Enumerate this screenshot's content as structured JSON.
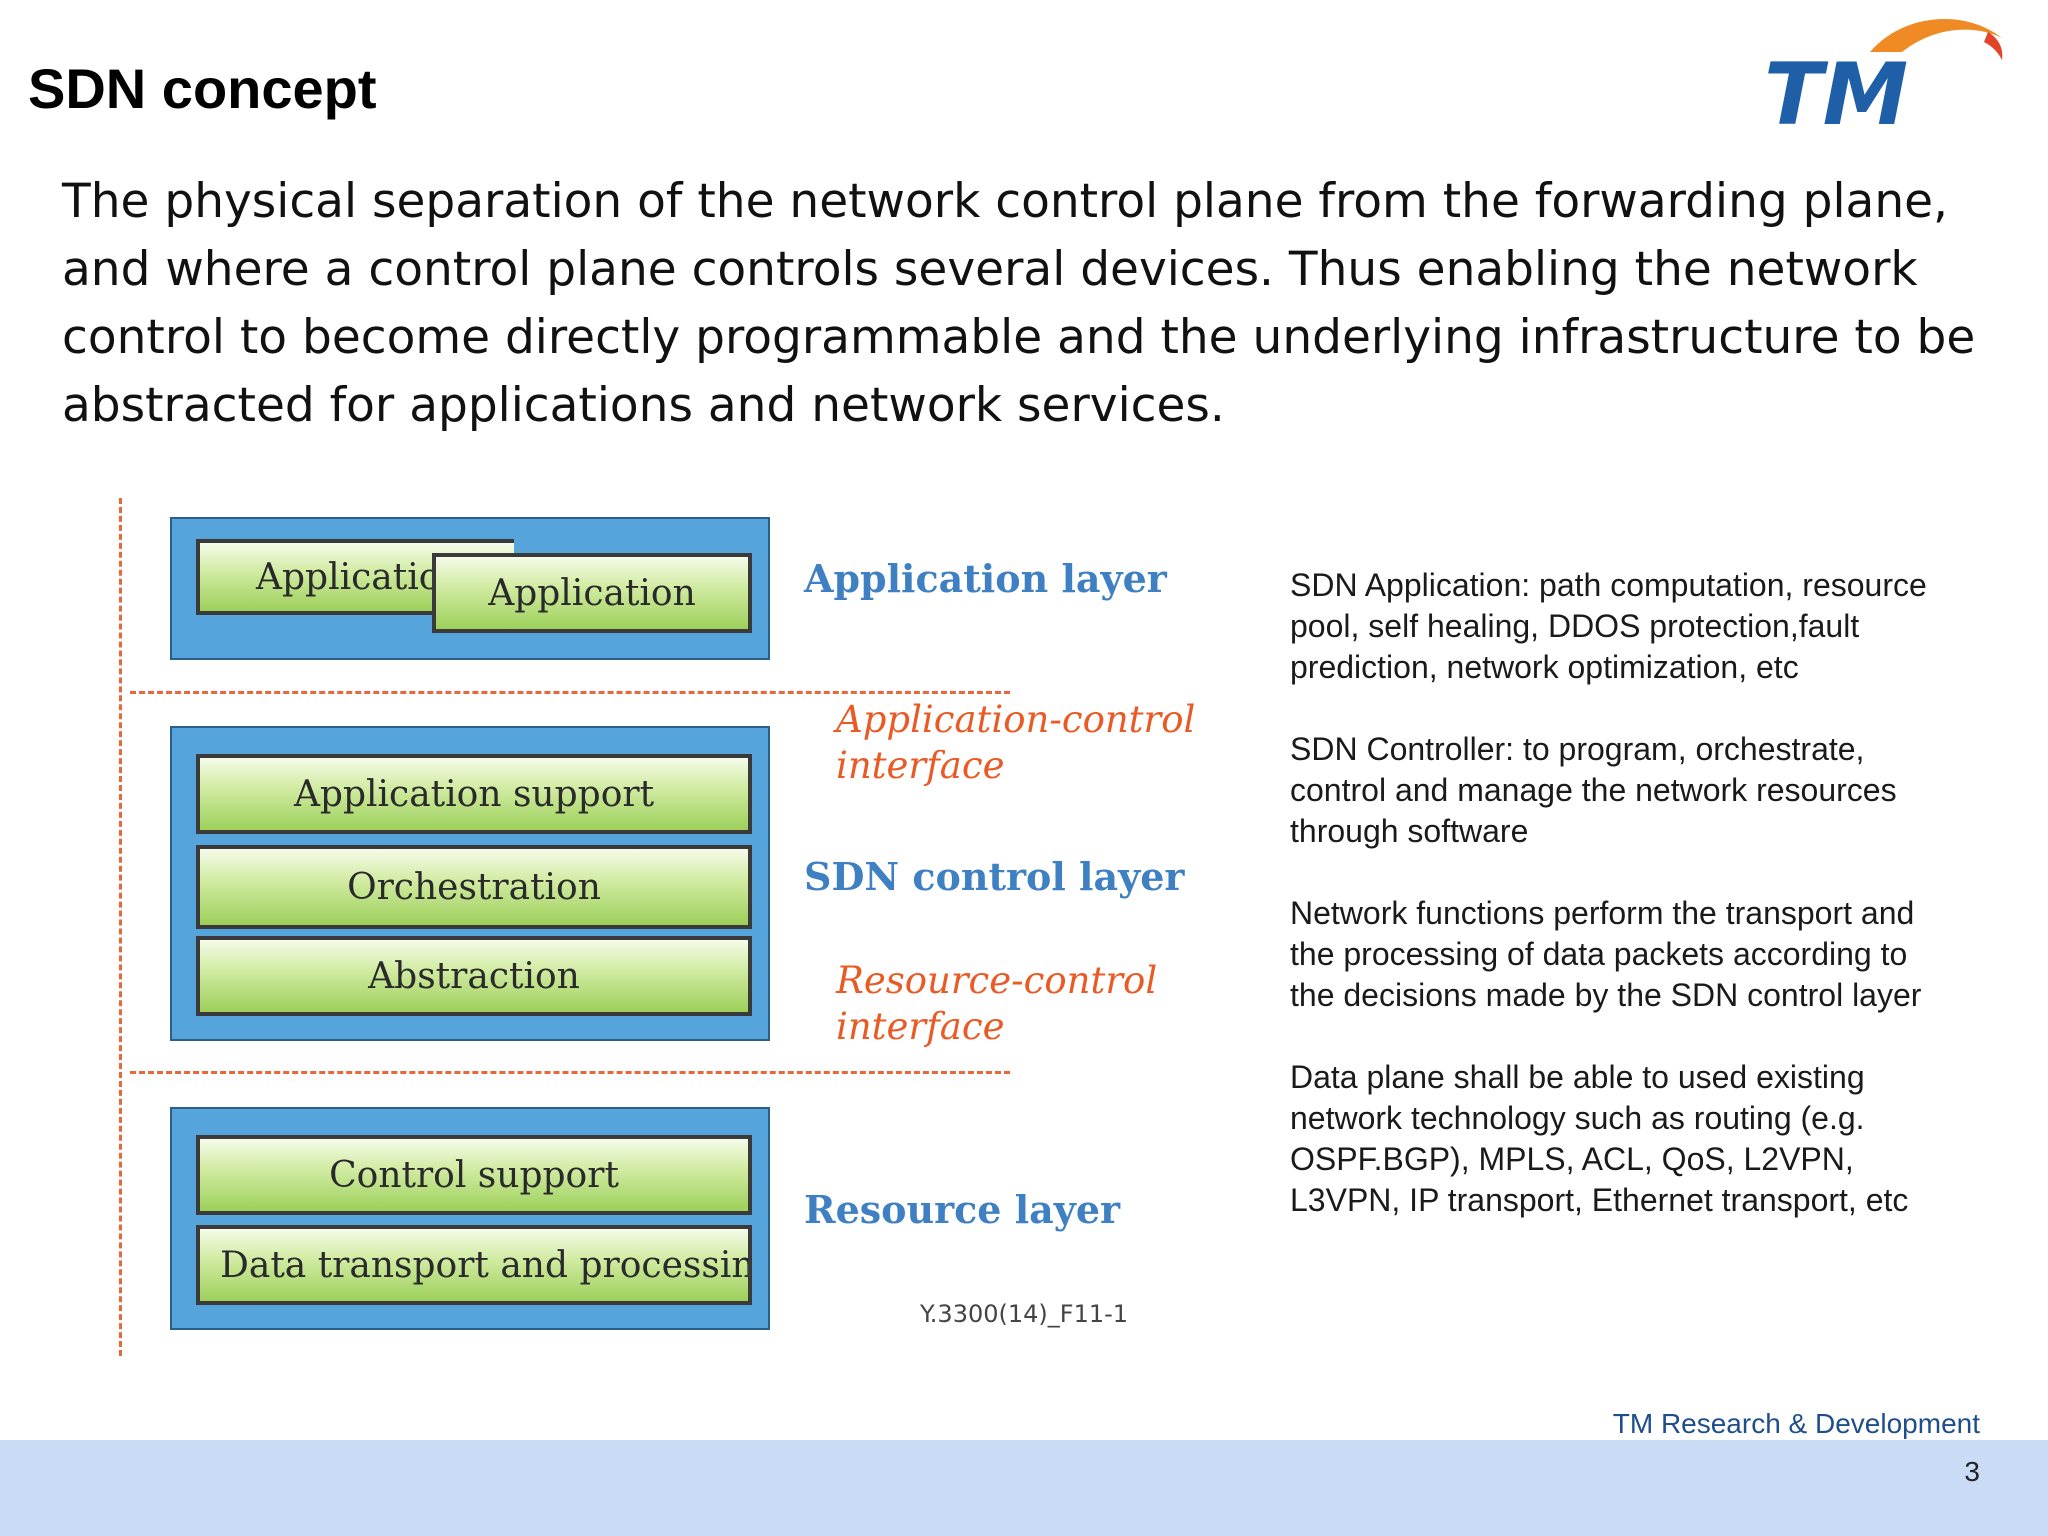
{
  "slide": {
    "title": "SDN concept",
    "intro": "The physical separation of the network control plane from the forwarding plane, and where a control plane controls several devices. Thus enabling the network control to become directly programmable and the underlying infrastructure to be abstracted for applications and network services."
  },
  "logo": {
    "text": "TM"
  },
  "diagram": {
    "application_layer": {
      "label": "Application layer",
      "blocks": [
        "Applicatio",
        "Application"
      ]
    },
    "app_control_interface": {
      "line1": "Application-control",
      "line2": "interface"
    },
    "control_layer": {
      "label": "SDN control layer",
      "blocks": [
        "Application support",
        "Orchestration",
        "Abstraction"
      ]
    },
    "resource_control_interface": {
      "line1": "Resource-control",
      "line2": "interface"
    },
    "resource_layer": {
      "label": "Resource layer",
      "blocks": [
        "Control support",
        "Data transport and processing"
      ]
    },
    "figure_code": "Y.3300(14)_F11-1"
  },
  "notes": [
    "SDN Application: path computation, resource pool, self healing, DDOS protection,fault prediction, network optimization, etc",
    "SDN Controller: to program, orchestrate, control and manage the network resources through software",
    "Network functions perform the transport and the processing of data packets according to the decisions made by the SDN control layer",
    "Data plane shall be able to used existing network technology such as routing (e.g. OSPF.BGP), MPLS, ACL, QoS, L2VPN, L3VPN, IP transport, Ethernet transport, etc"
  ],
  "footer": {
    "org": "TM Research & Development",
    "page": "3"
  },
  "colors": {
    "layer_fill": "#56a4dc",
    "layer_label": "#3f80c2",
    "interface_label": "#ea5a24",
    "dashed_line": "#e9683a",
    "footer_band": "#c9dbf5",
    "logo_blue": "#1f5fa8",
    "logo_orange": "#f08a24"
  }
}
